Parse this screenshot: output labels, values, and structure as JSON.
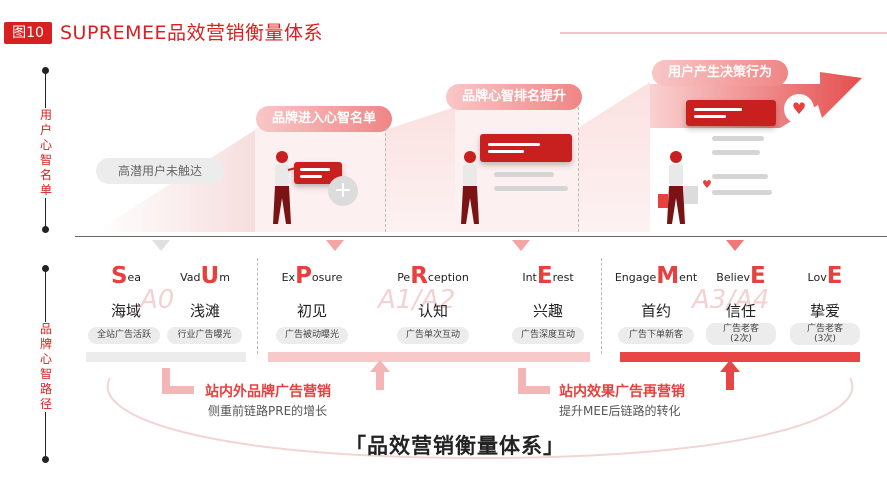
{
  "header": {
    "figure_label": "图10",
    "title": "SUPREMEE品效营销衡量体系"
  },
  "axis_top": {
    "label_chars": [
      "用",
      "户",
      "心",
      "智",
      "名",
      "单"
    ]
  },
  "axis_bottom": {
    "label_chars": [
      "品",
      "牌",
      "心",
      "智",
      "路",
      "径"
    ]
  },
  "staircase": {
    "step0": "高潜用户未触达",
    "step1": "品牌进入心智名单",
    "step2": "品牌心智排名提升",
    "step3": "用户产生决策行为"
  },
  "groups": [
    {
      "code": "A0",
      "color": "#e6e6e6",
      "stages": [
        {
          "prefix": "S",
          "rest": "ea",
          "mid_pre": "",
          "cn": "海域",
          "pill": "全站广告活跃"
        },
        {
          "prefix": "Vad",
          "rest": "m",
          "mid_pre": "U",
          "cn": "浅滩",
          "pill": "行业广告曝光"
        }
      ]
    },
    {
      "code": "A1/A2",
      "color": "#f7c9c9",
      "stages": [
        {
          "prefix": "Ex",
          "rest": "osure",
          "mid_pre": "P",
          "cn": "初见",
          "pill": "广告被动曝光"
        },
        {
          "prefix": "Pe",
          "rest": "ception",
          "mid_pre": "R",
          "cn": "认知",
          "pill": "广告单次互动"
        },
        {
          "prefix": "Int",
          "rest": "rest",
          "mid_pre": "E",
          "cn": "兴趣",
          "pill": "广告深度互动"
        }
      ]
    },
    {
      "code": "A3/A4",
      "color": "#e84646",
      "stages": [
        {
          "prefix": "Engage",
          "rest": "ent",
          "mid_pre": "M",
          "cn": "首约",
          "pill": "广告下单新客"
        },
        {
          "prefix": "Believ",
          "rest": "",
          "mid_pre": "E",
          "cn": "信任",
          "pill": "广告老客",
          "pill2": "(2次)"
        },
        {
          "prefix": "Lov",
          "rest": "",
          "mid_pre": "E",
          "cn": "挚爱",
          "pill": "广告老客",
          "pill2": "(3次)"
        }
      ]
    }
  ],
  "captions": {
    "left_title": "站内外品牌广告营销",
    "left_sub": "侧重前链路PRE的增长",
    "right_title": "站内效果广告再营销",
    "right_sub": "提升MEE后链路的转化"
  },
  "bottom_title": "「品效营销衡量体系」",
  "colors": {
    "accent": "#e8403f",
    "dark_red": "#c81f1f",
    "soft_red": "#f7c9c9",
    "grey": "#e6e6e6"
  }
}
